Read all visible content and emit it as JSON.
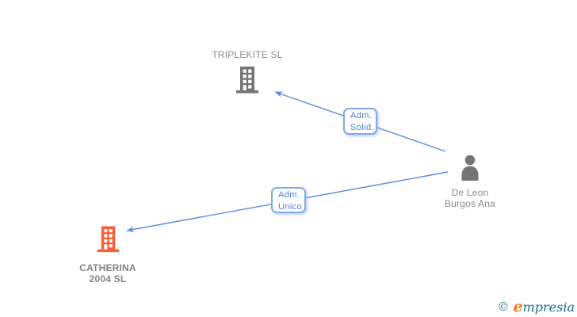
{
  "diagram": {
    "nodes": {
      "triplekite": {
        "label": "TRIPLEKITE SL",
        "type": "company"
      },
      "de_leon": {
        "label_line1": "De Leon",
        "label_line2": "Burgos Ana",
        "type": "person"
      },
      "catherina": {
        "label_line1": "CATHERINA",
        "label_line2": "2004 SL",
        "type": "company-focus"
      }
    },
    "edges": [
      {
        "label_line1": "Adm.",
        "label_line2": "Solid.",
        "from": "De Leon Burgos Ana",
        "to": "TRIPLEKITE SL"
      },
      {
        "label_line1": "Adm.",
        "label_line2": "Unico",
        "from": "De Leon Burgos Ana",
        "to": "CATHERINA 2004 SL"
      }
    ],
    "colors": {
      "edge_blue": "#5b8ce0",
      "edge_label_blue": "#4a7fd6",
      "edge_label_border": "#7ea8ea",
      "node_icon_gray": "#757575",
      "node_label_gray": "#8a8a8a",
      "focus_orange": "#fb5d33"
    }
  },
  "footer": {
    "copyright_symbol": "©",
    "brand_initial": "e",
    "brand_rest": "mpresia"
  }
}
